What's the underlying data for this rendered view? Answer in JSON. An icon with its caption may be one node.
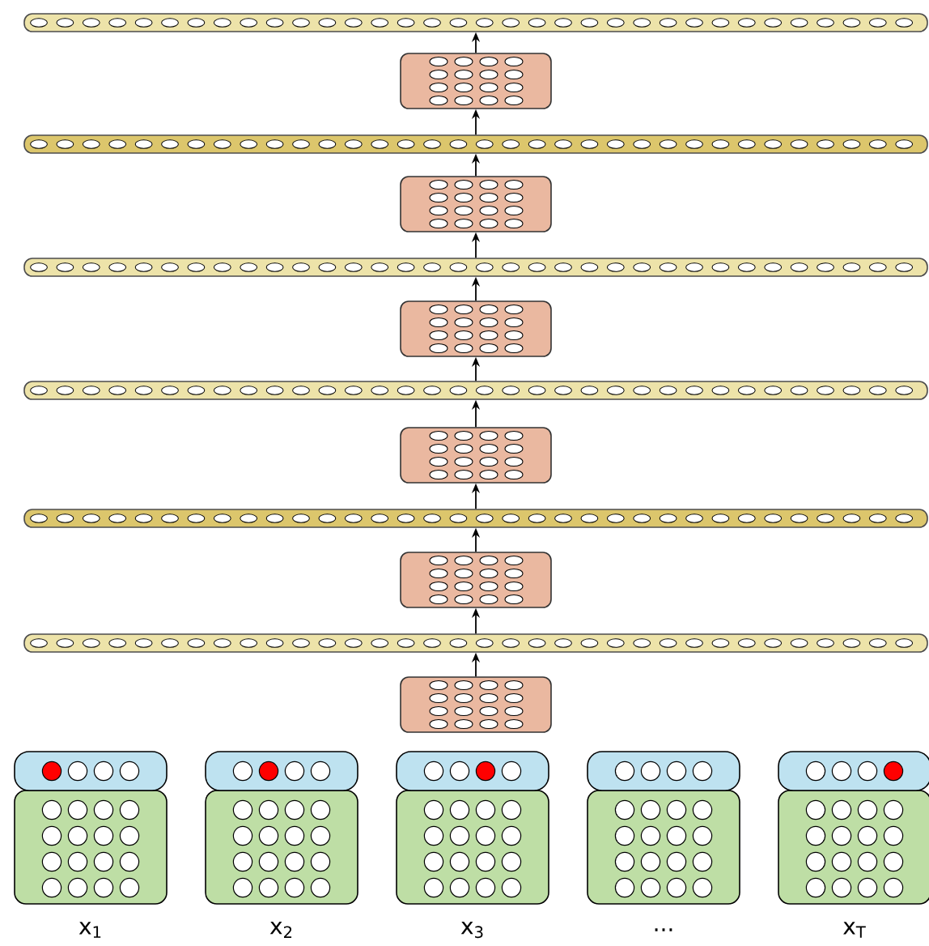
{
  "diagram": {
    "nodes": [
      {
        "text": [],
        "shape": "bar"
      },
      {
        "text": [],
        "shape": "box"
      },
      {
        "text": [],
        "shape": "bar"
      },
      {
        "text": [],
        "shape": "box"
      },
      {
        "text": [],
        "shape": "bar"
      },
      {
        "text": [],
        "shape": "box"
      },
      {
        "text": [],
        "shape": "bar"
      },
      {
        "text": [],
        "shape": "box"
      },
      {
        "text": [],
        "shape": "bar"
      },
      {
        "text": [],
        "shape": "box"
      },
      {
        "text": [],
        "shape": "bar"
      },
      {
        "text": [],
        "shape": "box"
      },
      {
        "text": [],
        "shape": "box",
        "beside": [
          "x$_{1}$"
        ]
      },
      {
        "text": [],
        "shape": "box",
        "beside": [
          "x$_{2}$"
        ]
      },
      {
        "text": [],
        "shape": "box",
        "beside": [
          "x$_{3}$"
        ]
      },
      {
        "text": [],
        "shape": "box",
        "beside": [
          "..."
        ]
      },
      {
        "text": [],
        "shape": "box",
        "beside": [
          "x$_{T}$"
        ]
      }
    ],
    "edges": [
      {
        "from": 1,
        "to": 0,
        "arrow": "to"
      },
      {
        "from": 2,
        "to": 1,
        "arrow": "to"
      },
      {
        "from": 3,
        "to": 2,
        "arrow": "to"
      },
      {
        "from": 4,
        "to": 3,
        "arrow": "to"
      },
      {
        "from": 5,
        "to": 4,
        "arrow": "to"
      },
      {
        "from": 6,
        "to": 5,
        "arrow": "to"
      },
      {
        "from": 7,
        "to": 6,
        "arrow": "to"
      },
      {
        "from": 8,
        "to": 7,
        "arrow": "to"
      },
      {
        "from": 9,
        "to": 8,
        "arrow": "to"
      },
      {
        "from": 10,
        "to": 9,
        "arrow": "to"
      },
      {
        "from": 11,
        "to": 10,
        "arrow": "to"
      }
    ]
  }
}
